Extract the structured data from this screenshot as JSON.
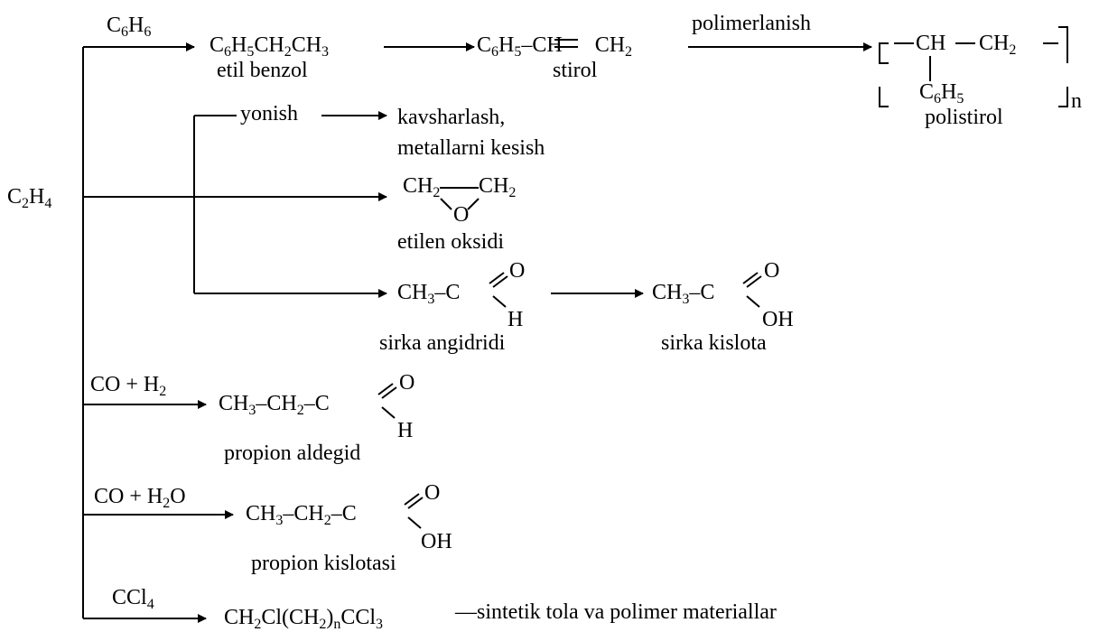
{
  "start": {
    "c": "C",
    "c_n": "2",
    "h": "H",
    "h_n": "4"
  },
  "benzene": {
    "reagent": {
      "c": "C",
      "c_n": "6",
      "h": "H",
      "h_n": "6"
    },
    "product": {
      "p1": "C",
      "n1": "6",
      "p2": "H",
      "n2": "5",
      "p3": "CH",
      "n3": "2",
      "p4": "CH",
      "n4": "3"
    },
    "product_name": "etil benzol",
    "styrene": {
      "p1": "C",
      "n1": "6",
      "p2": "H",
      "n2": "5",
      "p3": "–CH",
      "p4": "=",
      "p5": "CH",
      "n5": "2"
    },
    "styrene_name": "stirol",
    "polymerization_label": "polimerlanish",
    "polymer": {
      "ch": "CH",
      "dash": "—",
      "ch2": "CH",
      "ch2_n": "2",
      "sub_c": "C",
      "sub_c_n": "6",
      "sub_h": "H",
      "sub_h_n": "5",
      "repeat": "n"
    },
    "polymer_name": "polistirol"
  },
  "combustion": {
    "label": "yonish",
    "use_line1": "kavsharlash,",
    "use_line2": "metallarni kesish"
  },
  "oxide": {
    "ch2_left": "CH",
    "ch2_left_n": "2",
    "ch2_right": "CH",
    "ch2_right_n": "2",
    "o": "O",
    "name": "etilen oksidi"
  },
  "acetaldehyde": {
    "ch3": "CH",
    "ch3_n": "3",
    "dash": "–C",
    "o": "O",
    "h": "H",
    "name": "sirka angidridi"
  },
  "acetic_acid": {
    "ch3": "CH",
    "ch3_n": "3",
    "dash": "–C",
    "o": "O",
    "oh": "OH",
    "name": "sirka kislota"
  },
  "co_h2": {
    "reagent_a": "CO + H",
    "reagent_n": "2",
    "ch3": "CH",
    "ch3_n": "3",
    "mid": "–CH",
    "mid_n": "2",
    "c": "–C",
    "o": "O",
    "h": "H",
    "name": "propion aldegid"
  },
  "co_h2o": {
    "reagent_a": "CO + H",
    "reagent_n": "2",
    "reagent_b": "O",
    "ch3": "CH",
    "ch3_n": "3",
    "mid": "–CH",
    "mid_n": "2",
    "c": "–C",
    "o": "O",
    "oh": "OH",
    "name": "propion kislotasi"
  },
  "ccl4": {
    "reagent_a": "CCl",
    "reagent_n": "4",
    "p1": "CH",
    "n1": "2",
    "p2": "Cl(CH",
    "n2": "2",
    "p3": ")",
    "n3": "n",
    "p4": "CCl",
    "n4": "3",
    "use": "—sintetik tola va polimer materiallar"
  }
}
